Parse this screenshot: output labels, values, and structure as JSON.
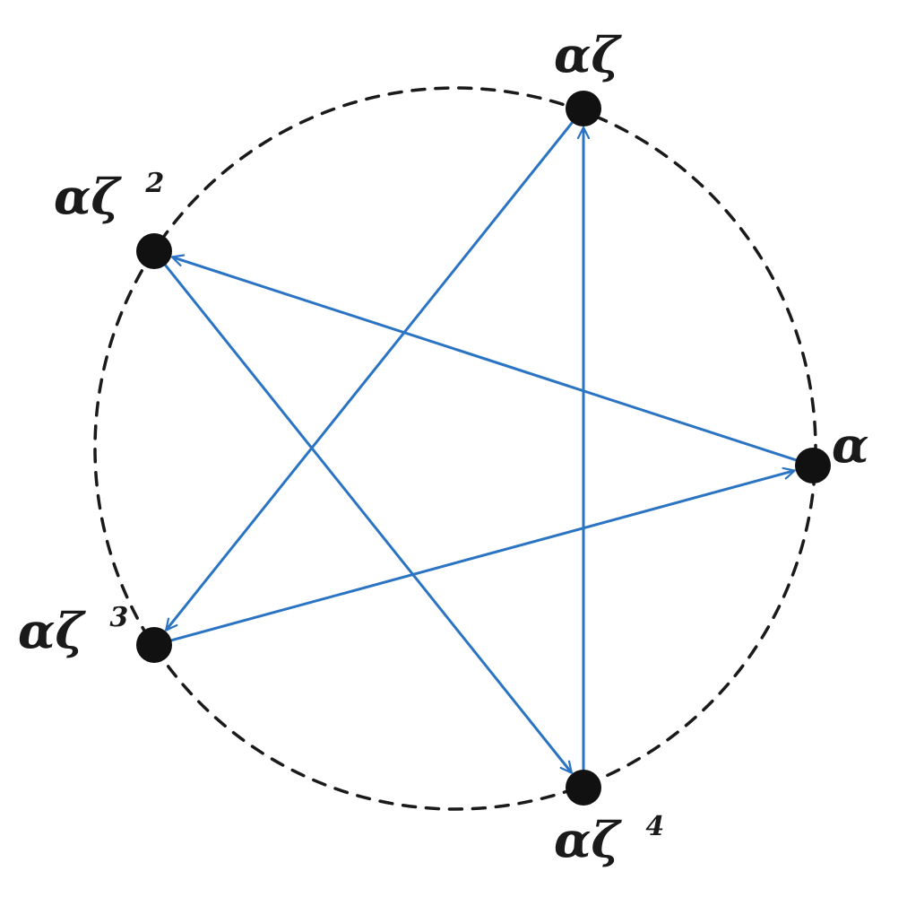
{
  "diagram": {
    "colors": {
      "circle": "#1a1a1a",
      "arrow": "#2a74c3",
      "node": "#111111"
    },
    "nodes": [
      {
        "id": "n0",
        "base": "α",
        "exp": ""
      },
      {
        "id": "n1",
        "base": "αζ",
        "exp": ""
      },
      {
        "id": "n2",
        "base": "αζ",
        "exp": "2"
      },
      {
        "id": "n3",
        "base": "αζ",
        "exp": "3"
      },
      {
        "id": "n4",
        "base": "αζ",
        "exp": "4"
      }
    ],
    "edges": [
      {
        "from": "n0",
        "to": "n2"
      },
      {
        "from": "n2",
        "to": "n4"
      },
      {
        "from": "n4",
        "to": "n1"
      },
      {
        "from": "n1",
        "to": "n3"
      },
      {
        "from": "n3",
        "to": "n0"
      }
    ]
  }
}
